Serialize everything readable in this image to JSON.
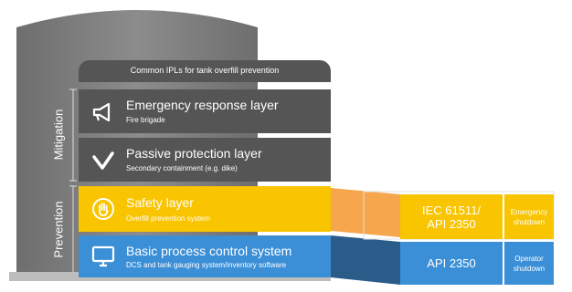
{
  "header": {
    "title": "Common IPLs for tank overfill prevention"
  },
  "sides": {
    "mitigation": "Mitigation",
    "prevention": "Prevention"
  },
  "layers": [
    {
      "title": "Emergency response layer",
      "subtitle": "Fire brigade",
      "icon": "megaphone-icon",
      "color": "#555555"
    },
    {
      "title": "Passive protection layer",
      "subtitle": "Secondary containment (e.g. dike)",
      "icon": "check-v-icon",
      "color": "#555555"
    },
    {
      "title": "Safety layer",
      "subtitle": "Overfill prevention system",
      "icon": "hand-stop-icon",
      "color": "#f9c400"
    },
    {
      "title": "Basic process control system",
      "subtitle": "DCS and tank gauging system/inventory software",
      "icon": "monitor-icon",
      "color": "#3b8fd6"
    }
  ],
  "extensions": {
    "safety": {
      "standard_line1": "IEC 61511/",
      "standard_line2": "API 2350",
      "action_line1": "Emergency",
      "action_line2": "shutdown"
    },
    "bpcs": {
      "standard": "API 2350",
      "action_line1": "Operator",
      "action_line2": "shutdown"
    }
  },
  "colors": {
    "tank": "#7b7b7b",
    "dark": "#555555",
    "yellow": "#f9c400",
    "orange": "#f5a142",
    "blue": "#3b8fd6",
    "navy": "#2a5c8a"
  }
}
